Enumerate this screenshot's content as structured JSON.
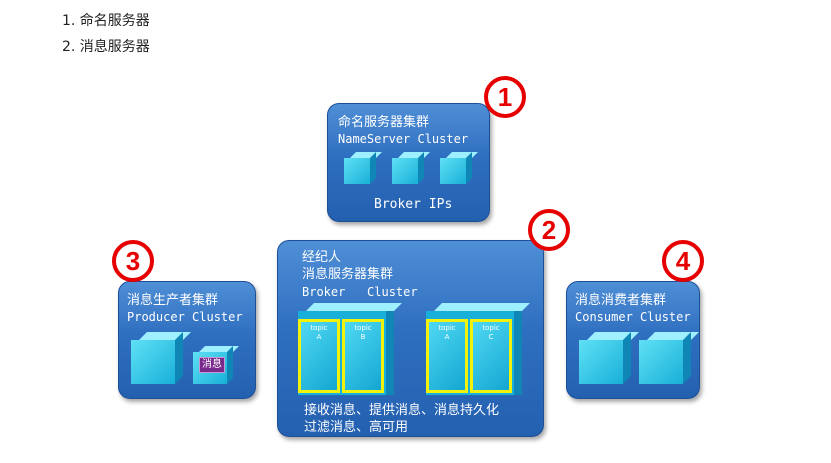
{
  "list": [
    "1. 命名服务器",
    "2. 消息服务器"
  ],
  "nameserver": {
    "title_cn": "命名服务器集群",
    "title_en": "NameServer Cluster",
    "footer": "Broker IPs",
    "number": "1"
  },
  "broker": {
    "title_cn1": "经纪人",
    "title_cn2": "消息服务器集群",
    "title_en": "Broker   Cluster",
    "topics": [
      {
        "a": "topic",
        "b": "A"
      },
      {
        "a": "topic",
        "b": "B"
      },
      {
        "a": "topic",
        "b": "A"
      },
      {
        "a": "topic",
        "b": "C"
      }
    ],
    "footer1": "接收消息、提供消息、消息持久化",
    "footer2": "过滤消息、高可用",
    "number": "2"
  },
  "producer": {
    "title_cn": "消息生产者集群",
    "title_en": "Producer Cluster",
    "msg": "消息",
    "number": "3"
  },
  "consumer": {
    "title_cn": "消息消费者集群",
    "title_en": "Consumer Cluster",
    "number": "4"
  },
  "colors": {
    "panel": "#2f6fc0",
    "accent_red": "#e60000",
    "topic_border": "#f2f20a",
    "cube": "#18b0d8"
  }
}
